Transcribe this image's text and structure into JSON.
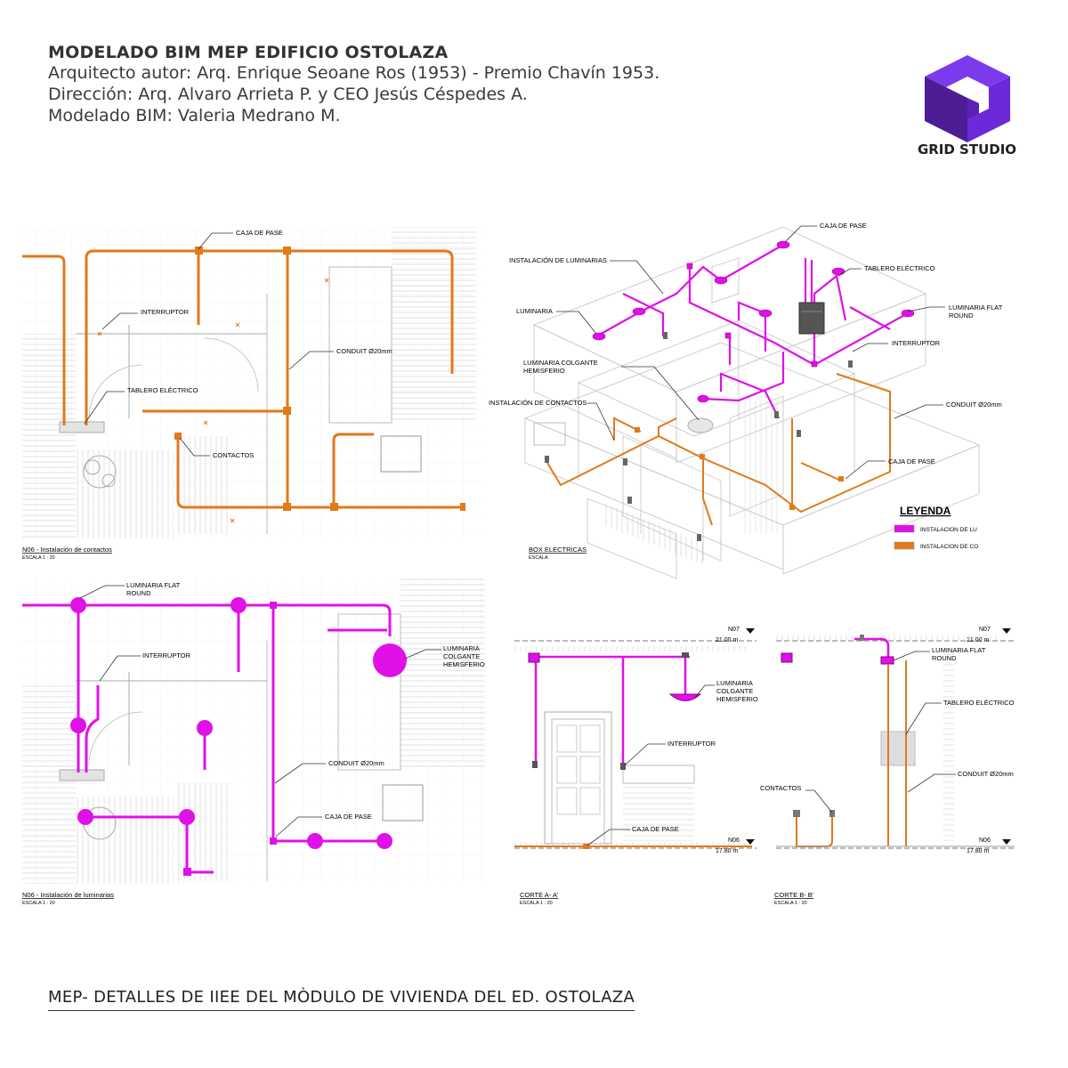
{
  "header": {
    "title": "MODELADO BIM MEP EDIFICIO OSTOLAZA",
    "lines": [
      "Arquitecto autor: Arq. Enrique Seoane Ros (1953) - Premio Chavín 1953.",
      "Dirección: Arq. Alvaro Arrieta P. y CEO Jesús Céspedes A.",
      "Modelado BIM: Valeria Medrano M."
    ]
  },
  "logo": {
    "name": "GRID STUDIO",
    "colors": {
      "light": "#7c3aed",
      "mid": "#5b21b6",
      "dark": "#3b0f87"
    }
  },
  "colors": {
    "lighting": "#e010e8",
    "contacts": "#e07a1a",
    "lines": "#c8c8c8"
  },
  "panels": {
    "plan_contacts": {
      "caption": "N06 - Instalación de contactos",
      "scale": "ESCALA  1 : 20",
      "labels": {
        "caja": "CAJA DE PASE",
        "interruptor": "INTERRUPTOR",
        "conduit": "CONDUIT Ø20mm",
        "tablero": "TABLERO ELÉCTRICO",
        "contactos": "CONTACTOS"
      }
    },
    "isometric": {
      "caption": "BOX ELECTRICAS",
      "scale": "ESCALA",
      "labels": {
        "caja_top": "CAJA DE PASE",
        "inst_lum": "INSTALACIÓN DE LUMINARIAS",
        "tablero": "TABLERO ELÉCTRICO",
        "luminaria": "LUMINARIA",
        "flat1": "LUMINARIA FLAT",
        "flat2": "ROUND",
        "interruptor": "INTERRUPTOR",
        "colg1": "LUMINARIA COLGANTE",
        "colg2": "HEMISFERIO",
        "inst_cont": "INSTALACIÓN DE CONTACTOS",
        "conduit": "CONDUIT Ø20mm",
        "caja_bottom": "CAJA DE PASE"
      },
      "legend": {
        "title": "LEYENDA",
        "items": [
          "INSTALACION DE LU",
          "INSTALACION DE CO"
        ]
      }
    },
    "plan_lum": {
      "caption": "N06 - Instalación de luminarias",
      "scale": "ESCALA  1 : 20",
      "labels": {
        "flat1": "LUMINARIA FLAT",
        "flat2": "ROUND",
        "interruptor": "INTERRUPTOR",
        "colg1": "LUMINARIA",
        "colg2": "COLGANTE",
        "colg3": "HEMISFERIO",
        "conduit": "CONDUIT Ø20mm",
        "caja": "CAJA DE PASE"
      }
    },
    "corte_a": {
      "caption": "CORTE A- A'",
      "scale": "ESCALA  1 : 20",
      "level_top_name": "N07",
      "level_top_value": "21.00 m",
      "level_bot_name": "N06",
      "level_bot_value": "17.80 m",
      "labels": {
        "colg1": "LUMINARIA",
        "colg2": "COLGANTE",
        "colg3": "HEMISFERIO",
        "interruptor": "INTERRUPTOR",
        "caja": "CAJA DE PASE"
      }
    },
    "corte_b": {
      "caption": "CORTE B- B'",
      "scale": "ESCALA  1 : 20",
      "level_top_name": "N07",
      "level_top_value": "21.00 m",
      "level_bot_name": "N06",
      "level_bot_value": "17.80 m",
      "labels": {
        "flat1": "LUMINARIA FLAT",
        "flat2": "ROUND",
        "tablero": "TABLERO ELÉCTRICO",
        "contactos": "CONTACTOS",
        "conduit": "CONDUIT Ø20mm"
      }
    }
  },
  "footer": {
    "title": "MEP- DETALLES DE IIEE DEL MÒDULO DE VIVIENDA DEL ED. OSTOLAZA"
  }
}
